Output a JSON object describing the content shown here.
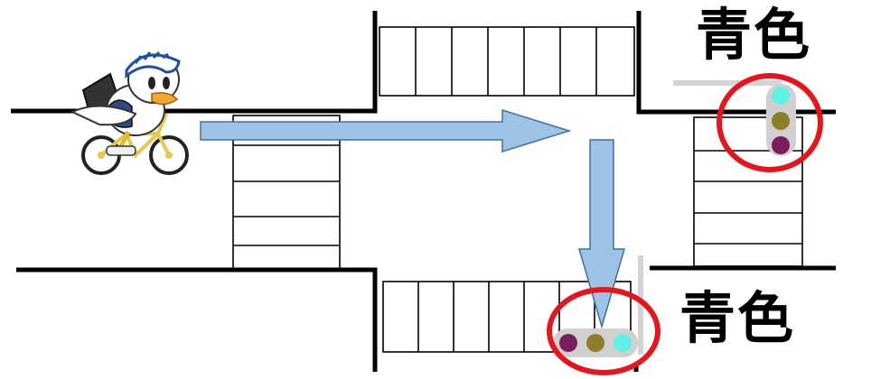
{
  "labels": {
    "top_signal": "青色",
    "bottom_signal": "青色"
  },
  "signals": {
    "top": {
      "orientation": "vertical",
      "lamps": [
        "cyan",
        "olive",
        "purple"
      ],
      "lit": "cyan"
    },
    "bottom": {
      "orientation": "horizontal",
      "lamps": [
        "purple",
        "olive",
        "cyan"
      ],
      "lit": "cyan"
    }
  },
  "colors": {
    "road_line": "#000000",
    "arrow_fill": "#9dc3e6",
    "arrow_stroke": "#41719c",
    "highlight_circle": "#e8141b",
    "signal_body": "#d0d0d0",
    "lamp_cyan": "#5ff0e6",
    "lamp_olive": "#8c7f2a",
    "lamp_purple": "#7a1e5c"
  },
  "icons": {
    "cyclist": "cyclist-mascot-icon"
  }
}
